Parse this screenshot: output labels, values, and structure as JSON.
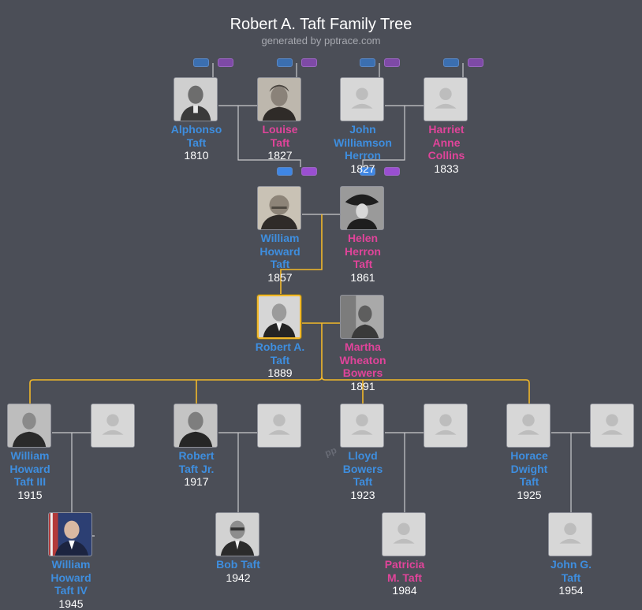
{
  "title": "Robert A. Taft Family Tree",
  "subtitle": "generated by pptrace.com",
  "watermark": "pp",
  "colors": {
    "background": "#4b4e57",
    "male": "#3e8edf",
    "female": "#e0449a",
    "focus_line": "#f2b829",
    "line": "#c9c9cc"
  },
  "people": [
    {
      "id": "alphonso",
      "lines": [
        "Alphonso",
        "Taft"
      ],
      "year": "1810",
      "gender": "male",
      "photo": "photo-icon"
    },
    {
      "id": "louise",
      "lines": [
        "Louise",
        "Taft"
      ],
      "year": "1827",
      "gender": "female",
      "photo": "photo-icon"
    },
    {
      "id": "john_herron",
      "lines": [
        "John",
        "Williamson",
        "Herron"
      ],
      "year": "1827",
      "gender": "male",
      "photo": "placeholder-avatar-icon"
    },
    {
      "id": "harriet",
      "lines": [
        "Harriet",
        "Anne",
        "Collins"
      ],
      "year": "1833",
      "gender": "female",
      "photo": "placeholder-avatar-icon"
    },
    {
      "id": "william_howard",
      "lines": [
        "William",
        "Howard",
        "Taft"
      ],
      "year": "1857",
      "gender": "male",
      "photo": "photo-icon"
    },
    {
      "id": "helen",
      "lines": [
        "Helen",
        "Herron",
        "Taft"
      ],
      "year": "1861",
      "gender": "female",
      "photo": "photo-icon"
    },
    {
      "id": "robert_a",
      "lines": [
        "Robert A.",
        "Taft"
      ],
      "year": "1889",
      "gender": "male",
      "photo": "photo-icon",
      "focus": true
    },
    {
      "id": "martha",
      "lines": [
        "Martha",
        "Wheaton",
        "Bowers"
      ],
      "year": "1891",
      "gender": "female",
      "photo": "photo-icon"
    },
    {
      "id": "wh_taft_iii",
      "lines": [
        "William",
        "Howard",
        "Taft III"
      ],
      "year": "1915",
      "gender": "male",
      "photo": "photo-icon"
    },
    {
      "id": "spouse_1",
      "lines": [],
      "year": "",
      "gender": "unknown",
      "photo": "placeholder-avatar-icon"
    },
    {
      "id": "robert_jr",
      "lines": [
        "Robert",
        "Taft Jr."
      ],
      "year": "1917",
      "gender": "male",
      "photo": "photo-icon"
    },
    {
      "id": "spouse_2",
      "lines": [],
      "year": "",
      "gender": "unknown",
      "photo": "placeholder-avatar-icon"
    },
    {
      "id": "lloyd",
      "lines": [
        "Lloyd",
        "Bowers",
        "Taft"
      ],
      "year": "1923",
      "gender": "male",
      "photo": "placeholder-avatar-icon"
    },
    {
      "id": "spouse_3",
      "lines": [],
      "year": "",
      "gender": "unknown",
      "photo": "placeholder-avatar-icon"
    },
    {
      "id": "horace",
      "lines": [
        "Horace",
        "Dwight",
        "Taft"
      ],
      "year": "1925",
      "gender": "male",
      "photo": "placeholder-avatar-icon"
    },
    {
      "id": "spouse_4",
      "lines": [],
      "year": "",
      "gender": "unknown",
      "photo": "placeholder-avatar-icon"
    },
    {
      "id": "wh_taft_iv",
      "lines": [
        "William",
        "Howard",
        "Taft IV"
      ],
      "year": "1945",
      "gender": "male",
      "photo": "photo-icon"
    },
    {
      "id": "bob_taft",
      "lines": [
        "Bob Taft"
      ],
      "year": "1942",
      "gender": "male",
      "photo": "photo-icon"
    },
    {
      "id": "patricia",
      "lines": [
        "Patricia",
        "M. Taft"
      ],
      "year": "1984",
      "gender": "female",
      "photo": "placeholder-avatar-icon"
    },
    {
      "id": "john_g",
      "lines": [
        "John G.",
        "Taft"
      ],
      "year": "1954",
      "gender": "male",
      "photo": "placeholder-avatar-icon"
    }
  ]
}
